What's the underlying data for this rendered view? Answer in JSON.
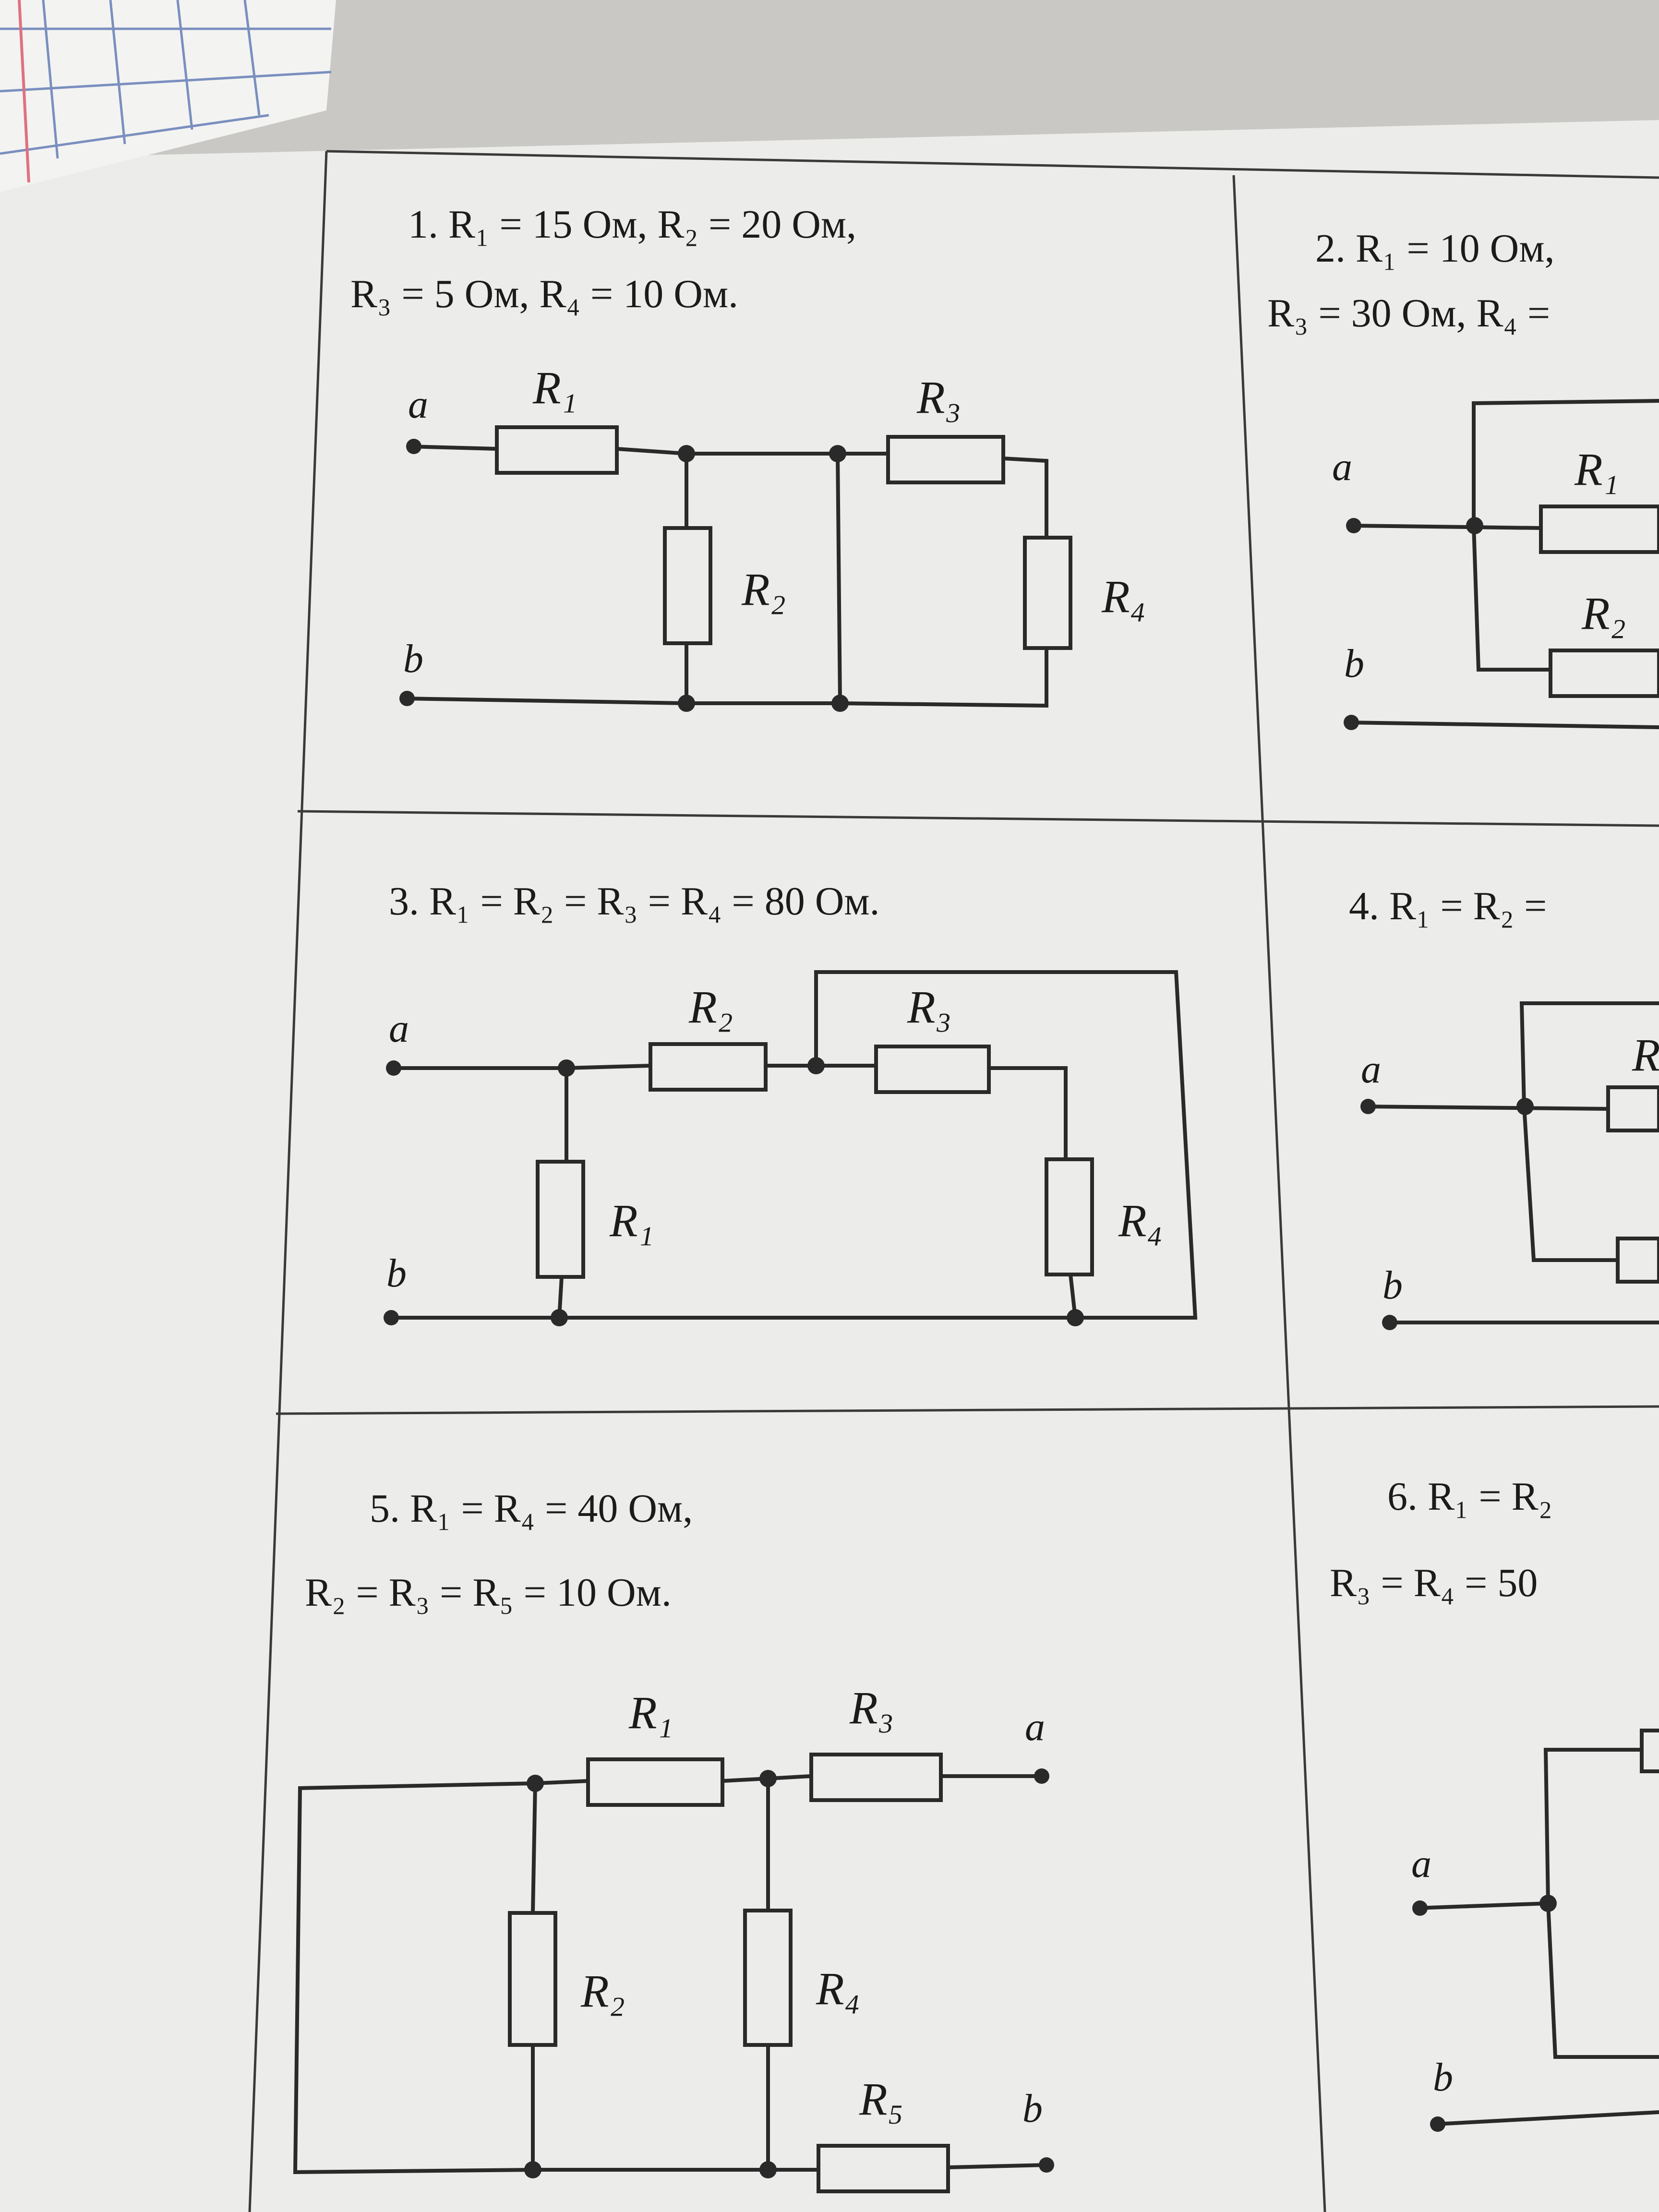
{
  "problems": [
    {
      "line1": "1. R₁ = 15 Ом, R₂ = 20 Ом,",
      "line2": "R₃ = 5 Ом, R₄ = 10 Ом."
    },
    {
      "line1": "2. R₁ = 10 Ом,",
      "line2": "R₃ = 30 Ом, R₄ ="
    },
    {
      "line1": "3. R₁ = R₂ = R₃ = R₄ = 80 Ом.",
      "line2": ""
    },
    {
      "line1": "4. R₁ = R₂ =",
      "line2": ""
    },
    {
      "line1": "5. R₁ = R₄ = 40 Ом,",
      "line2": "R₂ = R₃ = R₅ = 10 Ом."
    },
    {
      "line1": "6. R₁ = R₂",
      "line2": "R₃ = R₄ = 50"
    }
  ],
  "labels": {
    "r1": "R₁",
    "r2": "R₂",
    "r3": "R₃",
    "r4": "R₄",
    "r5": "R₅",
    "r_partial": "R",
    "a": "a",
    "b": "b"
  },
  "colors": {
    "paper": "#ececea",
    "ink": "#2a2a2a",
    "background": "#c9c8c4",
    "notebook": "#f3f3f1",
    "notebook_grid": "#7a8fbf",
    "notebook_margin": "#e07080"
  }
}
